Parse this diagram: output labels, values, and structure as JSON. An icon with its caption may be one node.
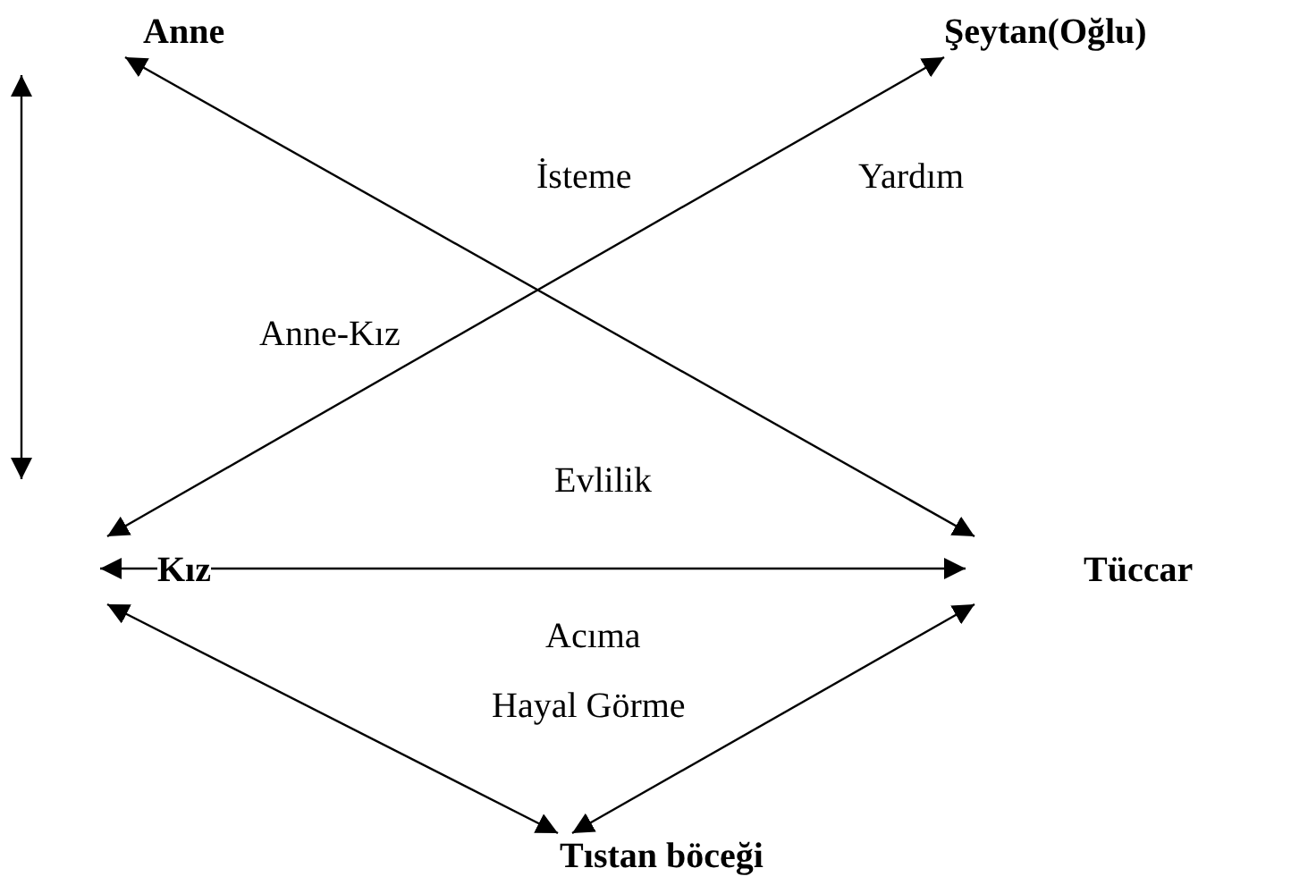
{
  "diagram": {
    "nodes": [
      {
        "text": [
          "Anne"
        ]
      },
      {
        "text": [
          "Şeytan(Oğlu)"
        ]
      },
      {
        "text": [
          "Kız"
        ]
      },
      {
        "text": [
          "Tüccar"
        ]
      },
      {
        "text": [
          "Tıstan böceği"
        ]
      }
    ],
    "edges": [
      {
        "from": 0,
        "to": 3,
        "arrow": "both"
      },
      {
        "from": 1,
        "to": 2,
        "arrow": "both"
      },
      {
        "from": 2,
        "to": 3,
        "arrow": "both"
      },
      {
        "from": 2,
        "to": 4,
        "arrow": "both"
      },
      {
        "from": 3,
        "to": 4,
        "arrow": "both"
      }
    ],
    "labels": [
      "İsteme",
      "Yardım",
      "Anne-Kız",
      "Evlilik",
      "Acıma",
      "Hayal Görme"
    ]
  }
}
